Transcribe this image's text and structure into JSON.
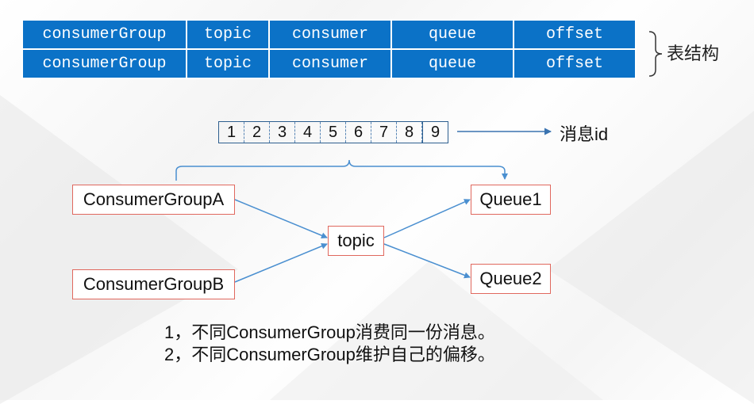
{
  "table": {
    "rows": [
      [
        "consumerGroup",
        "topic",
        "consumer",
        "queue",
        "offset"
      ],
      [
        "consumerGroup",
        "topic",
        "consumer",
        "queue",
        "offset"
      ]
    ],
    "brace_label": "表结构"
  },
  "message_ids": {
    "cells": [
      "1",
      "2",
      "3",
      "4",
      "5",
      "6",
      "7",
      "8",
      "9"
    ],
    "label": "消息id"
  },
  "nodes": {
    "consumer_group_a": "ConsumerGroupA",
    "consumer_group_b": "ConsumerGroupB",
    "topic": "topic",
    "queue1": "Queue1",
    "queue2": "Queue2"
  },
  "notes": [
    "1，不同ConsumerGroup消费同一份消息。",
    "2，不同ConsumerGroup维护自己的偏移。"
  ],
  "colors": {
    "table_fill": "#0b72c7",
    "node_border": "#e0685e",
    "arrow": "#4a8fd0"
  }
}
